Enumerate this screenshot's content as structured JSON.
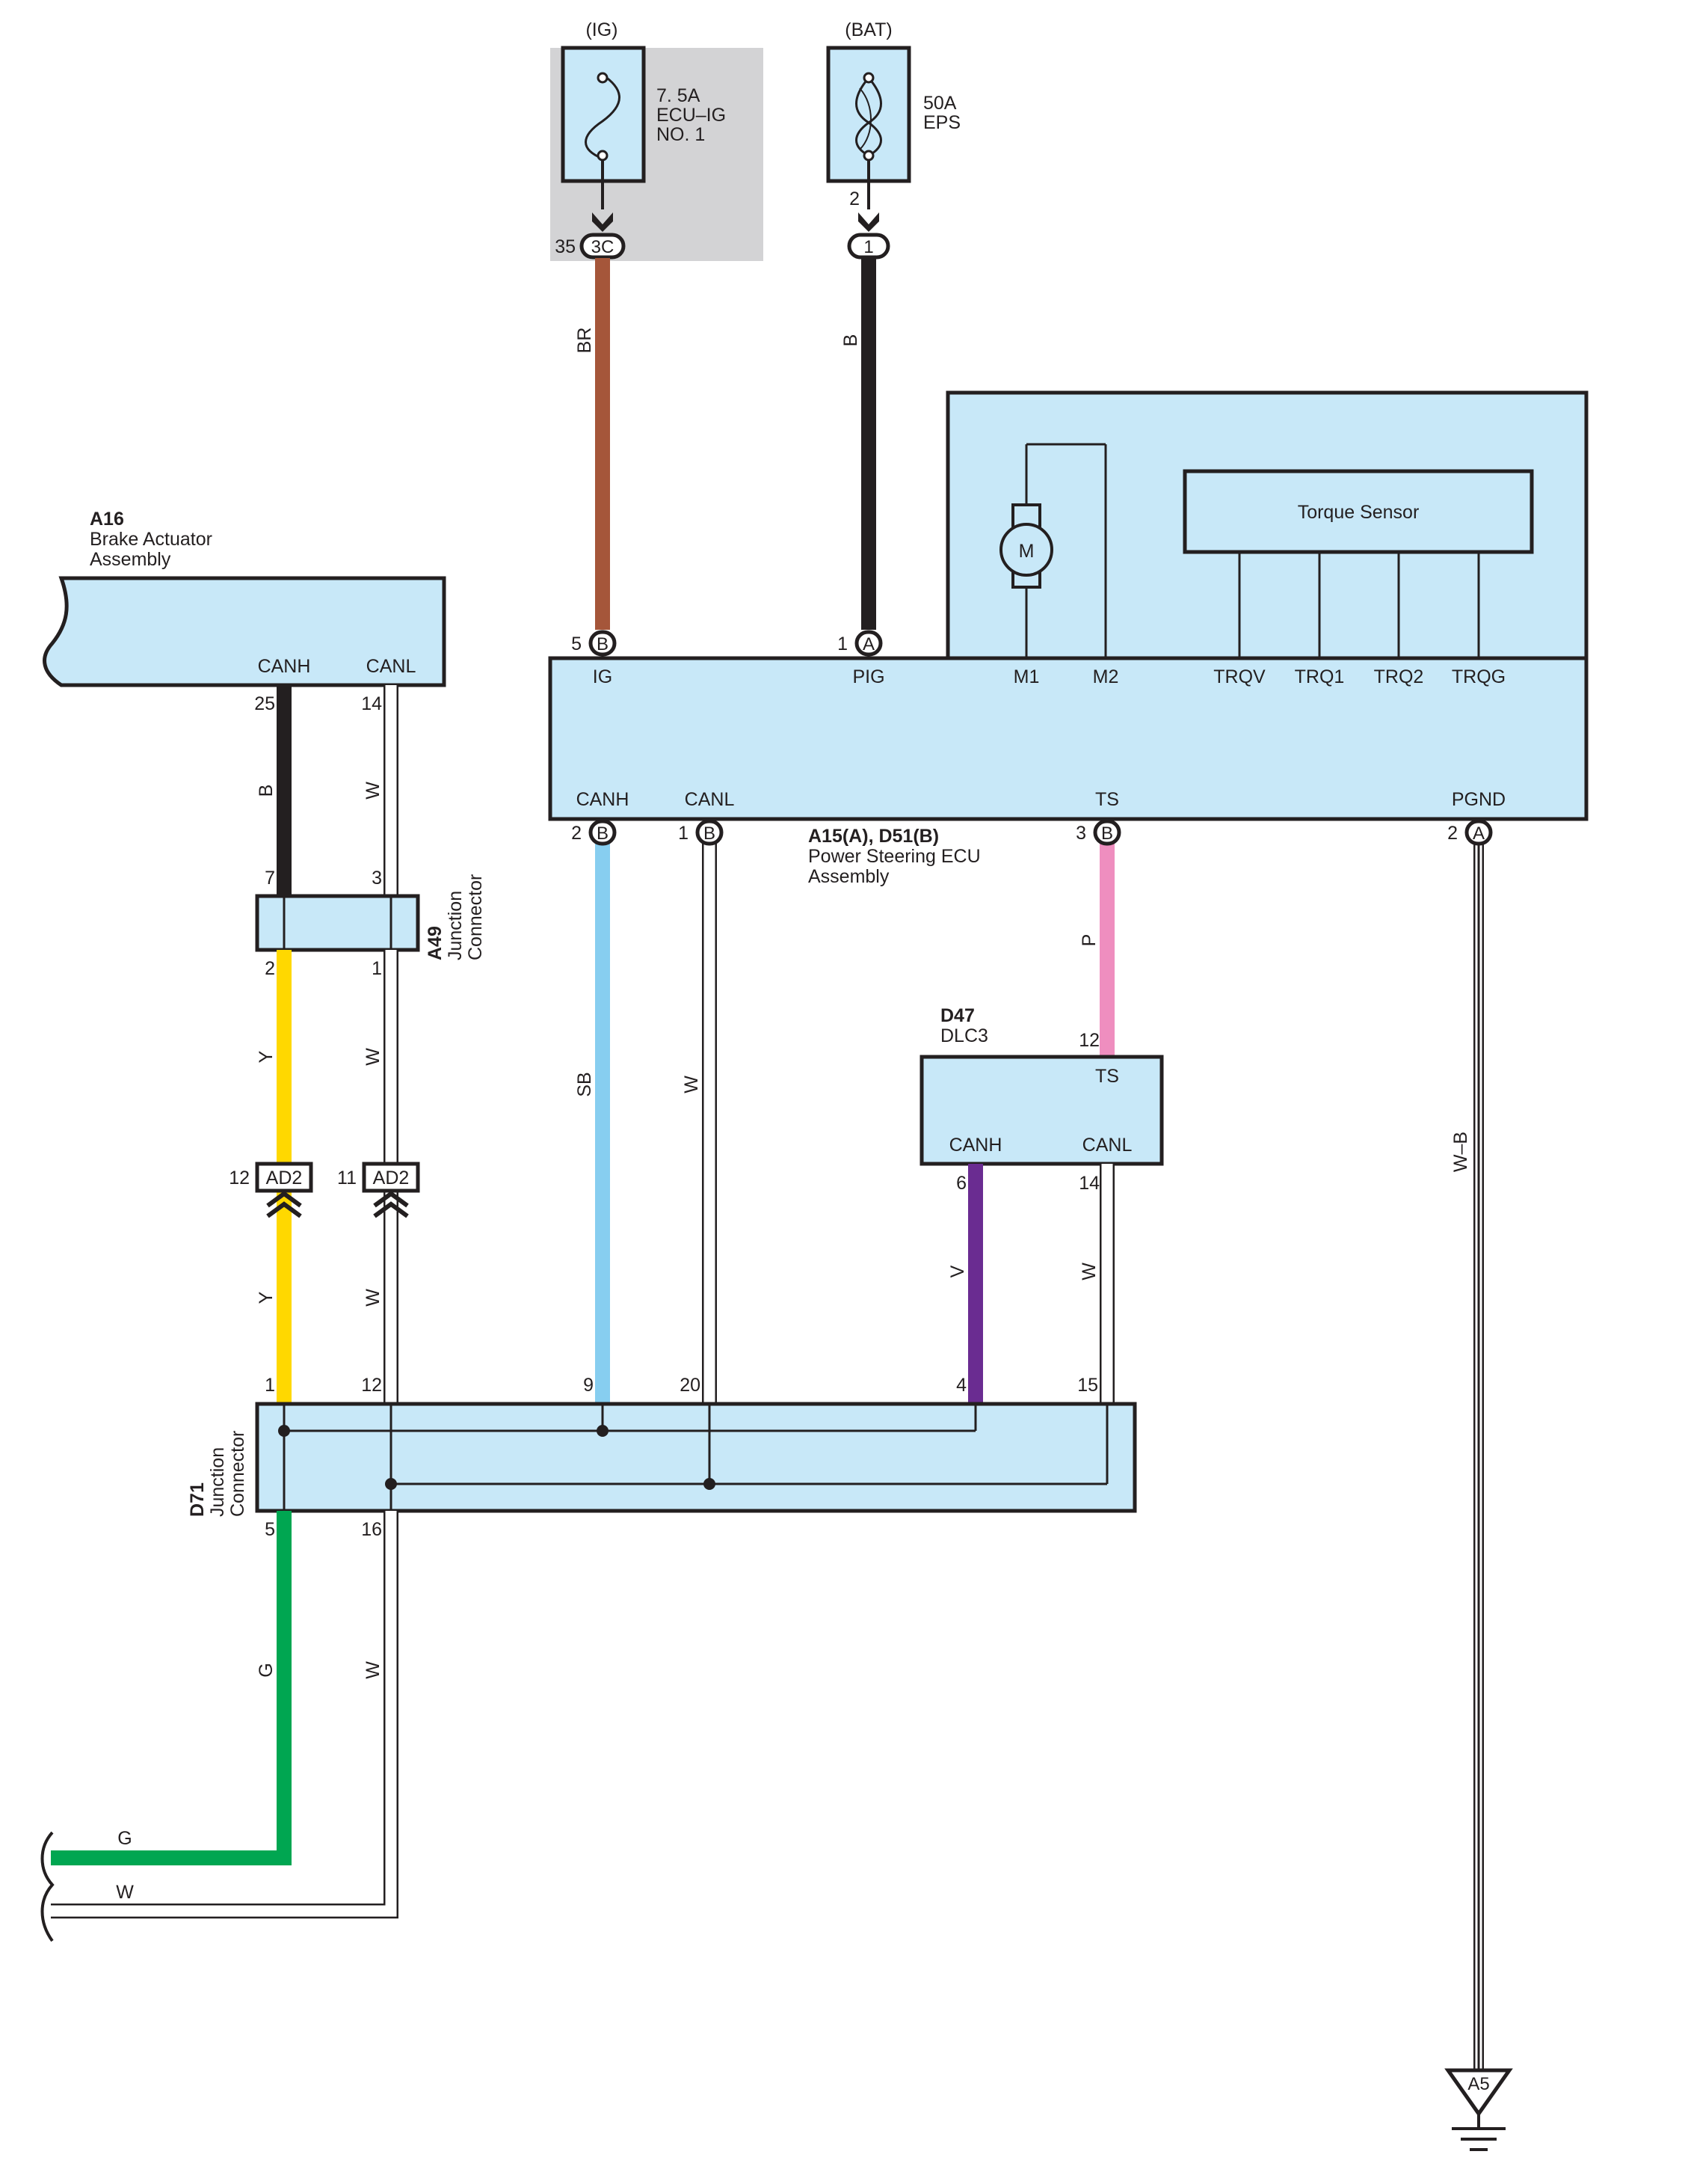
{
  "colors": {
    "box_fill": "#c8e8f8",
    "gray_fill": "#d3d3d5",
    "wire_BR": "#a5563a",
    "wire_B": "#231f20",
    "wire_SB": "#87cef0",
    "wire_P": "#ef8ebf",
    "wire_V": "#6a2c91",
    "wire_Y": "#ffd800",
    "wire_G": "#00a651",
    "wire_W": "#ffffff"
  },
  "power": {
    "ig_label": "(IG)",
    "bat_label": "(BAT)",
    "fuse_ig_amp": "7. 5A",
    "fuse_ig_name": "ECU–IG",
    "fuse_ig_no": "NO. 1",
    "fuse_bat_amp": "50A",
    "fuse_bat_name": "EPS",
    "ig_pin": "35",
    "ig_conn": "3C",
    "bat_pin": "2",
    "bat_conn": "1"
  },
  "wires": {
    "br": "BR",
    "b": "B",
    "sb": "SB",
    "w": "W",
    "p": "P",
    "v": "V",
    "y": "Y",
    "g": "G",
    "wb": "W–B"
  },
  "ecu": {
    "id": "A15(A), D51(B)",
    "name1": "Power Steering ECU",
    "name2": "Assembly",
    "torque_sensor": "Torque Sensor",
    "motor": "M",
    "pins_top": [
      {
        "pin": "5",
        "conn": "B",
        "label": "IG"
      },
      {
        "pin": "1",
        "conn": "A",
        "label": "PIG"
      }
    ],
    "motor_pins": [
      "M1",
      "M2"
    ],
    "sensor_pins": [
      "TRQV",
      "TRQ1",
      "TRQ2",
      "TRQG"
    ],
    "pins_bottom": [
      {
        "pin": "2",
        "conn": "B",
        "label": "CANH"
      },
      {
        "pin": "1",
        "conn": "B",
        "label": "CANL"
      },
      {
        "pin": "3",
        "conn": "B",
        "label": "TS"
      },
      {
        "pin": "2",
        "conn": "A",
        "label": "PGND"
      }
    ]
  },
  "brake": {
    "id": "A16",
    "name1": "Brake Actuator",
    "name2": "Assembly",
    "canh": "CANH",
    "canl": "CANL",
    "canh_pin": "25",
    "canl_pin": "14"
  },
  "a49": {
    "id": "A49",
    "name1": "Junction",
    "name2": "Connector",
    "pin_7": "7",
    "pin_3": "3",
    "pin_2": "2",
    "pin_1": "1"
  },
  "ad2": {
    "conn": "AD2",
    "pin_left": "12",
    "pin_right": "11"
  },
  "dlc": {
    "id": "D47",
    "name": "DLC3",
    "ts": "TS",
    "ts_pin": "12",
    "canh": "CANH",
    "canl": "CANL",
    "canh_pin": "6",
    "canl_pin": "14"
  },
  "d71": {
    "id": "D71",
    "name1": "Junction",
    "name2": "Connector",
    "pins_top": [
      "1",
      "12",
      "9",
      "20",
      "4",
      "15"
    ],
    "pins_bottom": [
      "5",
      "16"
    ]
  },
  "ground": {
    "id": "A5"
  },
  "exit_labels": {
    "g": "G",
    "w": "W"
  }
}
